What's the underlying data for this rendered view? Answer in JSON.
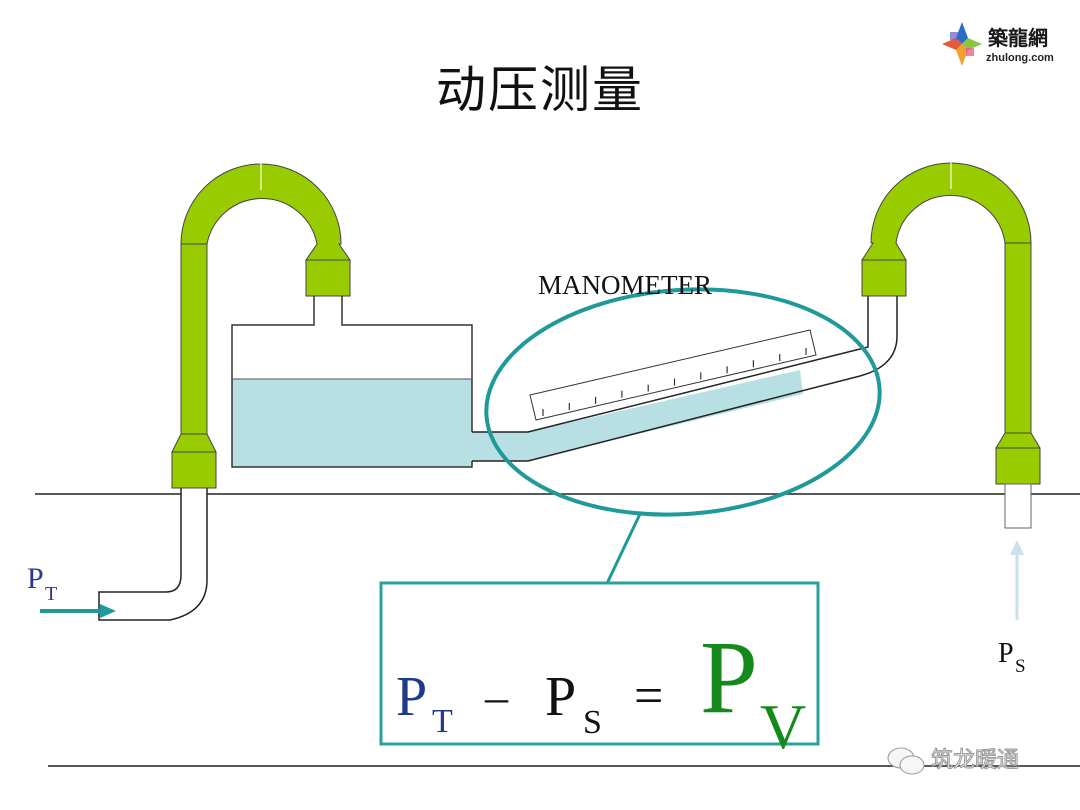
{
  "slide": {
    "title": "动压测量",
    "watermark": "筑龙暖通"
  },
  "logo": {
    "name_cn": "築龍網",
    "name_en": "zhulong.com"
  },
  "diagram": {
    "manometer_label": "MANOMETER",
    "ruler_tick_count": 11,
    "labels": {
      "total_pressure": {
        "main": "P",
        "sub": "T"
      },
      "static_pressure": {
        "main": "P",
        "sub": "S"
      }
    },
    "equation": {
      "term1": {
        "main": "P",
        "sub": "T"
      },
      "operator_minus": "–",
      "term2": {
        "main": "P",
        "sub": "S"
      },
      "operator_equals": "=",
      "result": {
        "main": "P",
        "sub": "V"
      }
    },
    "colors": {
      "pipe_green": "#99cc00",
      "liquid_blue": "#b8dfe4",
      "highlight_teal": "#1f9a98",
      "term1_blue": "#1f3a8a",
      "result_green": "#158a1c",
      "static_arrow": "#c7e3e8"
    }
  }
}
